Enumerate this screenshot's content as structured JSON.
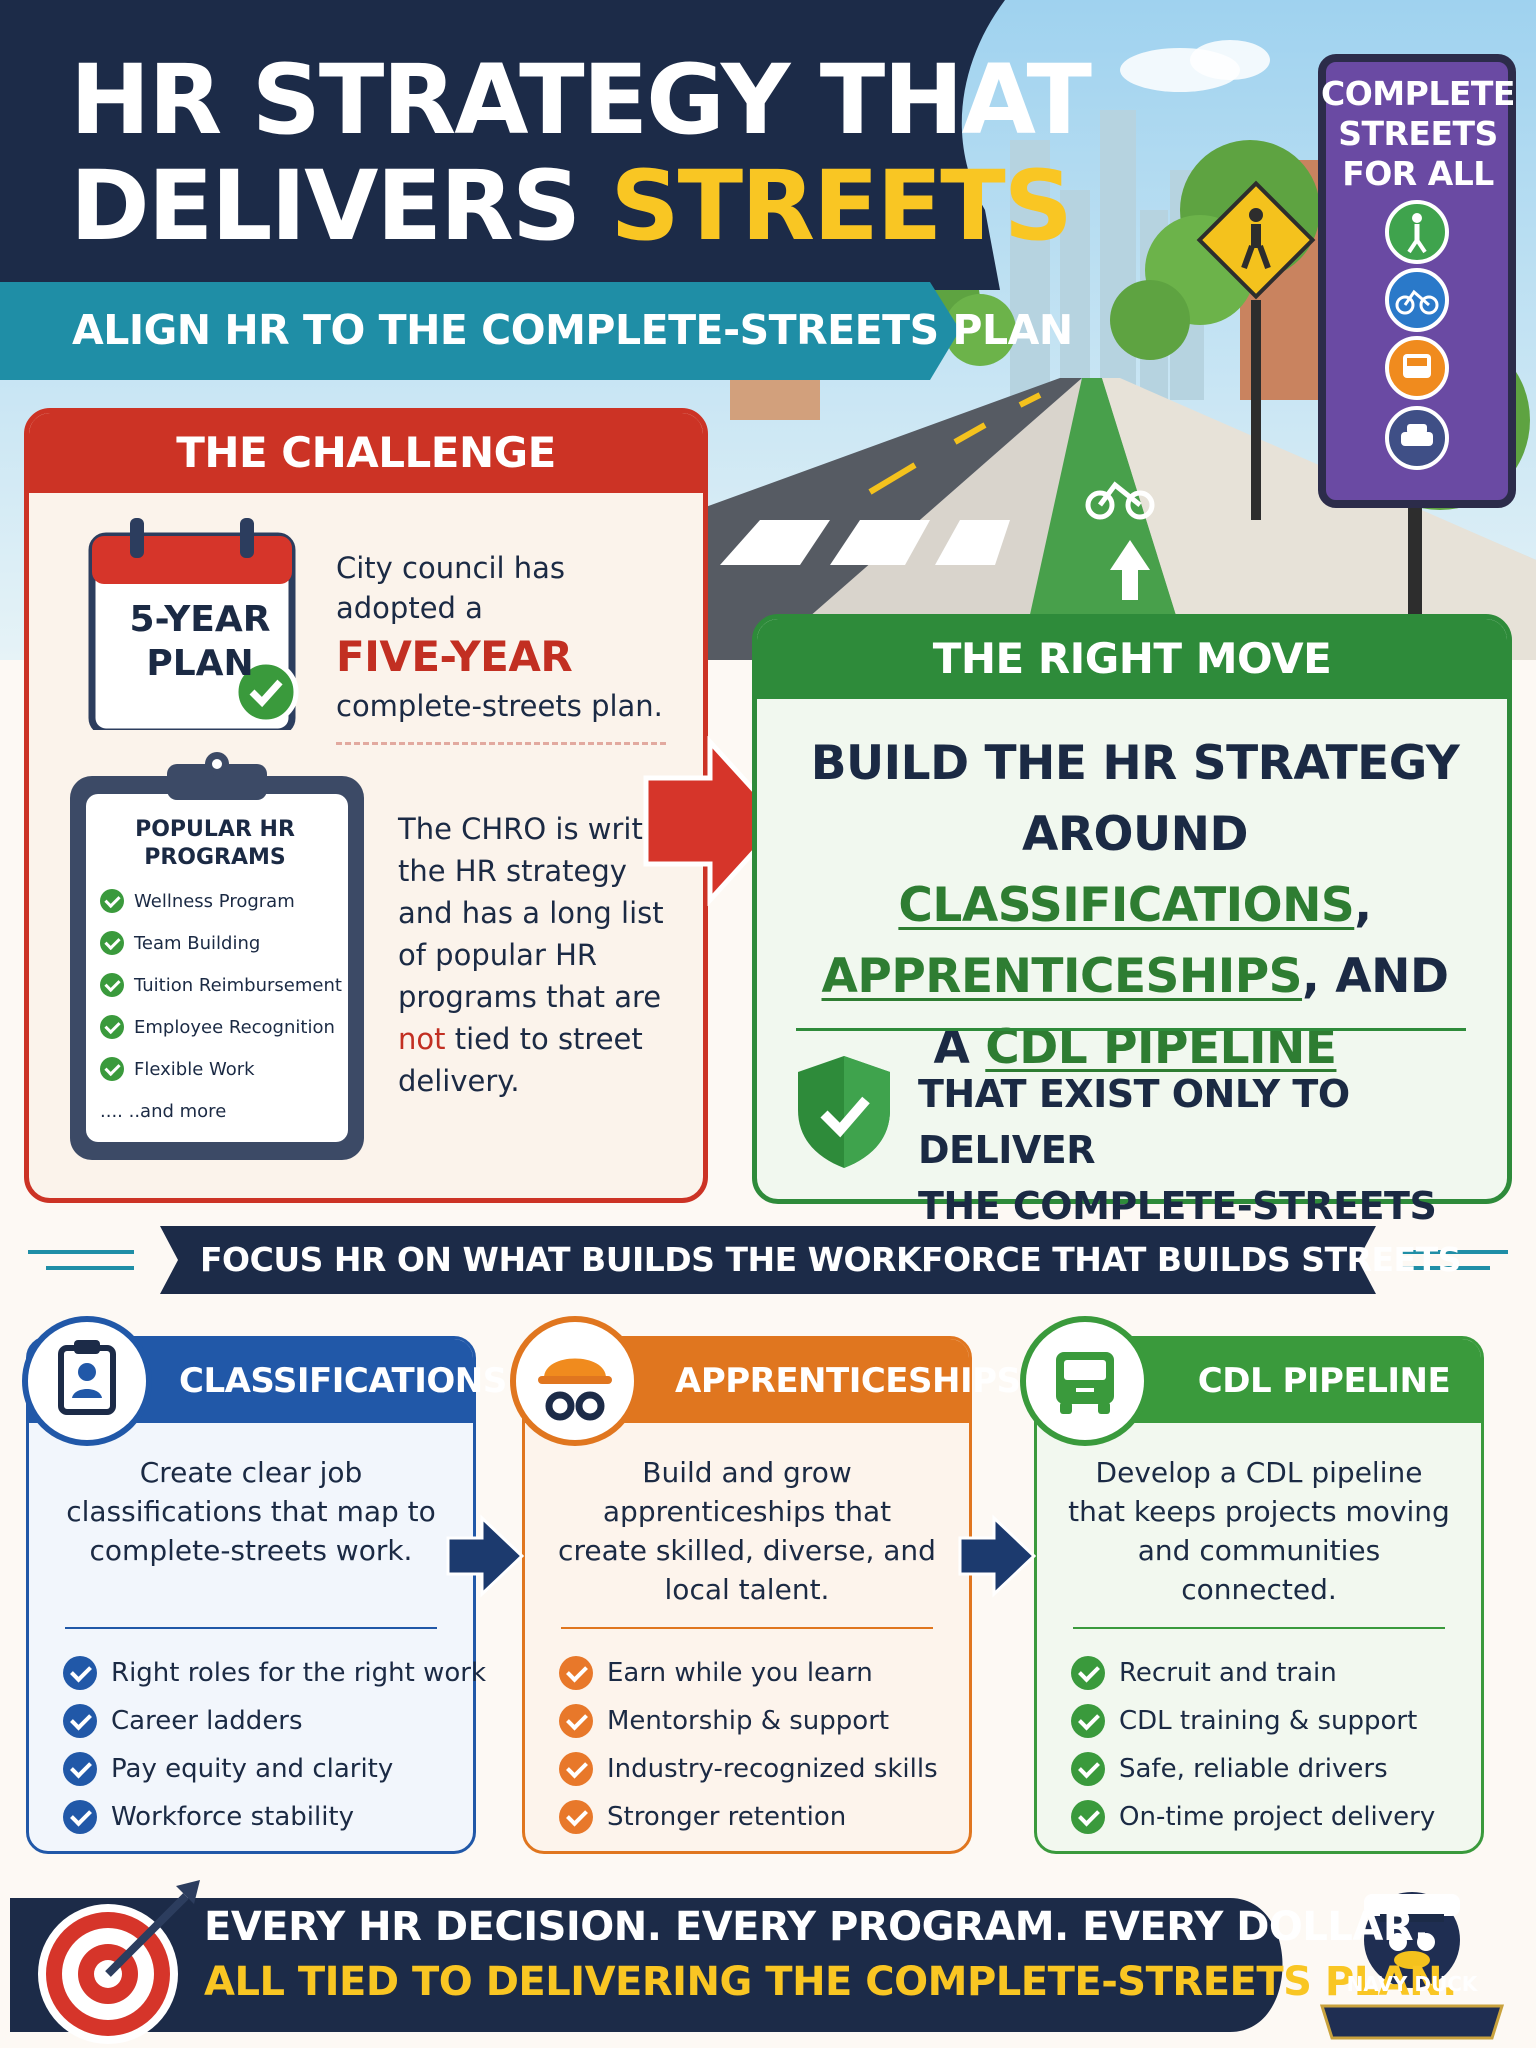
{
  "header": {
    "title_line1": "HR STRATEGY THAT",
    "title_line2_prefix": "DELIVERS ",
    "title_line2_highlight": "STREETS",
    "subtitle": "ALIGN HR TO THE COMPLETE-STREETS PLAN"
  },
  "street_sign": {
    "lines": [
      "COMPLETE",
      "STREETS",
      "FOR ALL"
    ],
    "icons": [
      "pedestrian-icon",
      "bicycle-icon",
      "bus-icon",
      "car-icon"
    ]
  },
  "challenge": {
    "heading": "THE CHALLENGE",
    "calendar_label_line1": "5-YEAR",
    "calendar_label_line2": "PLAN",
    "calendar_text_before": "City council has adopted a",
    "calendar_text_big": "FIVE-YEAR",
    "calendar_text_after": "complete-streets plan.",
    "clipboard_title_line1": "POPULAR HR",
    "clipboard_title_line2": "PROGRAMS",
    "programs": [
      "Wellness Program",
      "Team Building",
      "Tuition Reimbursement",
      "Employee Recognition",
      "Flexible Work"
    ],
    "programs_more": "....  ..and more",
    "chro_text_before": "The CHRO is writing the HR strategy and has a long list of popular HR programs that are ",
    "chro_text_red": "not",
    "chro_text_after": " tied to street delivery."
  },
  "right_move": {
    "heading": "THE RIGHT MOVE",
    "line1": "BUILD THE HR STRATEGY",
    "line2_prefix": "AROUND ",
    "line2_green": "CLASSIFICATIONS",
    "line2_suffix": ",",
    "line3_green": "APPRENTICESHIPS",
    "line3_suffix": ", AND",
    "line4_prefix": "A ",
    "line4_green": "CDL PIPELINE",
    "exist_line1": "THAT EXIST ONLY TO DELIVER",
    "exist_line2": "THE COMPLETE-STREETS PLAN."
  },
  "banner": {
    "text": "FOCUS HR ON WHAT BUILDS THE WORKFORCE THAT BUILDS STREETS"
  },
  "columns": [
    {
      "title": "CLASSIFICATIONS",
      "icon": "clipboard-person-icon",
      "description": "Create clear job classifications that map to complete-streets work.",
      "items": [
        "Right roles for the right work",
        "Career ladders",
        "Pay equity and clarity",
        "Workforce stability"
      ]
    },
    {
      "title": "APPRENTICESHIPS",
      "icon": "hardhat-gears-icon",
      "description": "Build and grow apprenticeships that create skilled, diverse, and local talent.",
      "items": [
        "Earn while you learn",
        "Mentorship & support",
        "Industry-recognized skills",
        "Stronger retention"
      ]
    },
    {
      "title": "CDL PIPELINE",
      "icon": "truck-icon",
      "description": "Develop a CDL pipeline that keeps projects moving and communities connected.",
      "items": [
        "Recruit and train",
        "CDL training & support",
        "Safe, reliable drivers",
        "On-time project delivery"
      ]
    }
  ],
  "footer": {
    "line1": "EVERY HR DECISION. EVERY PROGRAM. EVERY DOLLAR.",
    "line2": "ALL TIED TO DELIVERING THE COMPLETE-STREETS PLAN.",
    "mascot_label": "NAVY DUCK",
    "icon": "target-arrow-icon"
  },
  "colors": {
    "navy": "#1b2a44",
    "yellow": "#f9c623",
    "red": "#cc3325",
    "green": "#2e8b3a",
    "blue": "#2158a8",
    "orange": "#e0761f",
    "teal": "#1f8ea6",
    "purple": "#6a4aa3"
  }
}
